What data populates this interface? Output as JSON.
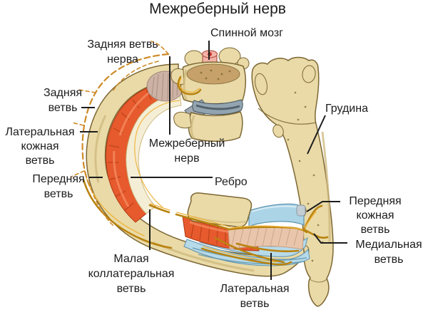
{
  "title": "Межреберный нерв",
  "labels": {
    "spinal_cord": "Спинной мозг",
    "posterior_nerve_branch": "Задняя ветвь\nнерва",
    "posterior_branch": "Задняя\nветвь",
    "lateral_cutaneous_branch": "Латеральная\nкожная\nветвь",
    "anterior_branch": "Передняя\nветвь",
    "intercostal_nerve": "Межреберный\nнерв",
    "rib": "Ребро",
    "sternum": "Грудина",
    "anterior_cutaneous_branch": "Передняя\nкожная ветвь",
    "medial_branch": "Медиальная\nветвь",
    "small_collateral_branch": "Малая\nколлатеральная\nветвь",
    "lateral_branch": "Латеральная\nветвь"
  },
  "colors": {
    "background": "#ffffff",
    "text": "#1c1c1c",
    "pointer": "#1c1c1c",
    "bone": "#e9daa8",
    "bone_outline": "#7d6733",
    "bone_shade": "#cdb87c",
    "bone_inner": "#f5eed6",
    "spongy": "#c6a169",
    "muscle_red": "#e65a2e",
    "muscle_red_dark": "#b23a12",
    "muscle_red_light": "#f58a5e",
    "muscle_pink": "#e9c6ab",
    "muscle_pink_dark": "#c79e84",
    "cartilage_blue": "#abd4e7",
    "cartilage_blue_dark": "#5e93ad",
    "bands_blue": "#b7dae9",
    "nerve_dark": "#b9830f",
    "nerve_bright": "#eeb43c",
    "nerve_dashed": "#cf8a26",
    "cord_pink": "#f3b3a8",
    "cord_red": "#c2392a",
    "cord_outline": "#b05848",
    "disc": "#93a4b1",
    "disc_dark": "#46555e",
    "spike_gray": "#a2abb4",
    "cut_muscle": "#ccb2a4",
    "cut_muscle_dark": "#a08478"
  }
}
